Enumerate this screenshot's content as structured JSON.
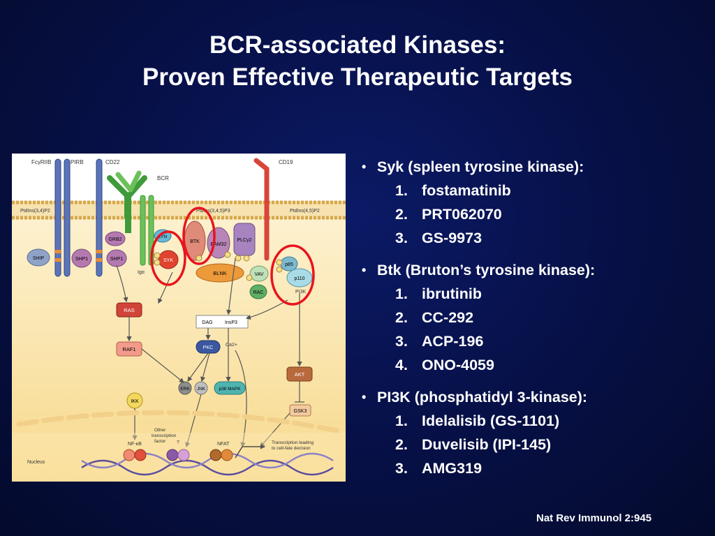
{
  "slide": {
    "title_line1": "BCR-associated Kinases:",
    "title_line2": "Proven Effective Therapeutic Targets",
    "citation": "Nat Rev Immunol 2:945"
  },
  "bullets": [
    {
      "label": "Syk (spleen tyrosine kinase):",
      "items": [
        {
          "n": "1.",
          "text": "fostamatinib"
        },
        {
          "n": "2.",
          "text": "PRT062070"
        },
        {
          "n": "3.",
          "text": "GS-9973"
        }
      ]
    },
    {
      "label": "Btk (Bruton’s tyrosine kinase):",
      "items": [
        {
          "n": "1.",
          "text": "ibrutinib"
        },
        {
          "n": "2.",
          "text": "CC-292"
        },
        {
          "n": "3.",
          "text": "ACP-196"
        },
        {
          "n": "4.",
          "text": "ONO-4059"
        }
      ]
    },
    {
      "label": "PI3K (phosphatidyl 3-kinase):",
      "items": [
        {
          "n": "1.",
          "text": "Idelalisib (GS-1101)"
        },
        {
          "n": "2.",
          "text": "Duvelisib (IPI-145)"
        },
        {
          "n": "3.",
          "text": "AMG319"
        }
      ]
    }
  ],
  "diagram": {
    "receptors": {
      "fcgriib": "FcγRIIB",
      "pirb": "PIRB",
      "cd22": "CD22",
      "bcr": "BCR",
      "cd19": "CD19"
    },
    "lipids": {
      "pip2_left": "PtdIns(3,4)P2",
      "pip3": "PtdIns(3,4,5)P3",
      "pip2_right": "PtdIns(4,5)P2"
    },
    "nodes": {
      "ship": "SHIP",
      "shp1_a": "SHP1",
      "grb2": "GRB2",
      "shp1_b": "SHP1",
      "lyn": "LYN",
      "syk": "SYK",
      "btk": "BTK",
      "bam32": "BAM32",
      "plcg2": "PLCγ2",
      "blnk": "BLNK",
      "vav": "VAV",
      "rac": "RAC",
      "p85": "p85",
      "p110": "p110",
      "pi3k": "PI3K",
      "igab": "Igα",
      "ras": "RAS",
      "raf1": "RAF1",
      "dag": "DAG",
      "insp3": "InsP3",
      "pkc": "PKC",
      "ca": "Ca2+",
      "erk": "ERK",
      "jnk": "JNK",
      "p38": "p38 MAPK",
      "akt": "AKT",
      "ikk": "IKK",
      "gsk3": "GSK3",
      "other_tf_1": "Other",
      "other_tf_2": "transcription",
      "other_tf_3": "factor",
      "question": "?",
      "nfkb": "NF-κB",
      "nfat": "NFAT",
      "transcription_1": "Transcription leading",
      "transcription_2": "to cell-fate decision",
      "nucleus": "Nucleus",
      "p": "P"
    },
    "colors": {
      "highlight": "#e8141c",
      "membrane": "#f2d08a",
      "cytoplasm": "#fbe7b3"
    }
  }
}
